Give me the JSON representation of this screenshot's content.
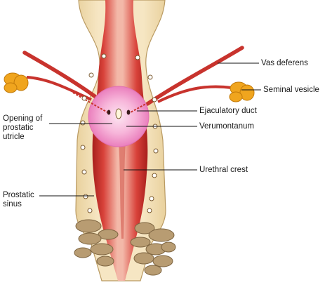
{
  "labels": {
    "vas_deferens": "Vas deferens",
    "seminal_vesicle": "Seminal vesicle",
    "ejaculatory_duct": "Ejaculatory duct",
    "verumontanum": "Verumontanum",
    "opening_of_prostatic_utricle": "Opening of\nprostatic\nutricle",
    "urethral_crest": "Urethral crest",
    "prostatic_sinus": "Prostatic\nsinus"
  },
  "colors": {
    "prostate_tissue": "#f3dfb4",
    "tissue_outline": "#b99a62",
    "urethra_red": "#c8332d",
    "urethra_pale": "#e4958f",
    "verumontanum_pink": "#ee86c2",
    "seminal_vesicle": "#f0a51e",
    "gland_stone": "#b89c72",
    "leader_line": "#111111"
  }
}
